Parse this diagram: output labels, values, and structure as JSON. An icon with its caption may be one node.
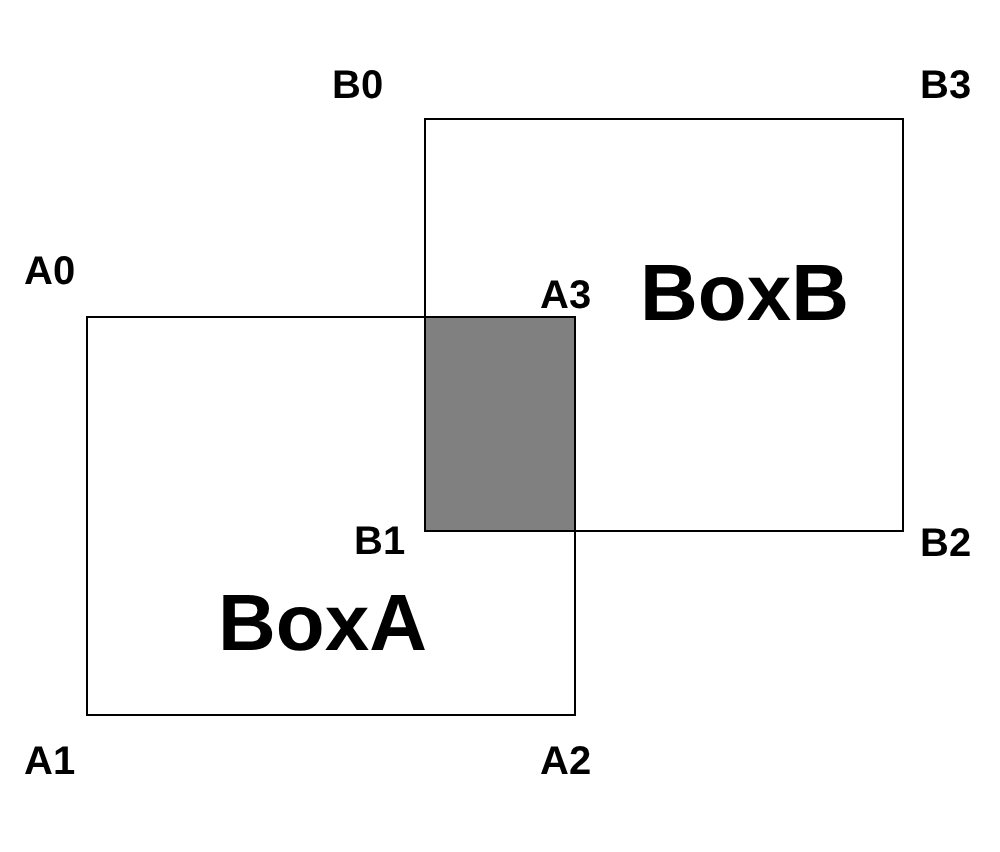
{
  "diagram": {
    "nodes": [
      {
        "text": [
          "BoxA"
        ]
      },
      {
        "text": [
          "BoxB"
        ]
      },
      {
        "text": [],
        "shape": "box"
      }
    ],
    "labels": [
      "B0",
      "B3",
      "A0",
      "A3",
      "B1",
      "B2",
      "A1",
      "A2"
    ]
  }
}
